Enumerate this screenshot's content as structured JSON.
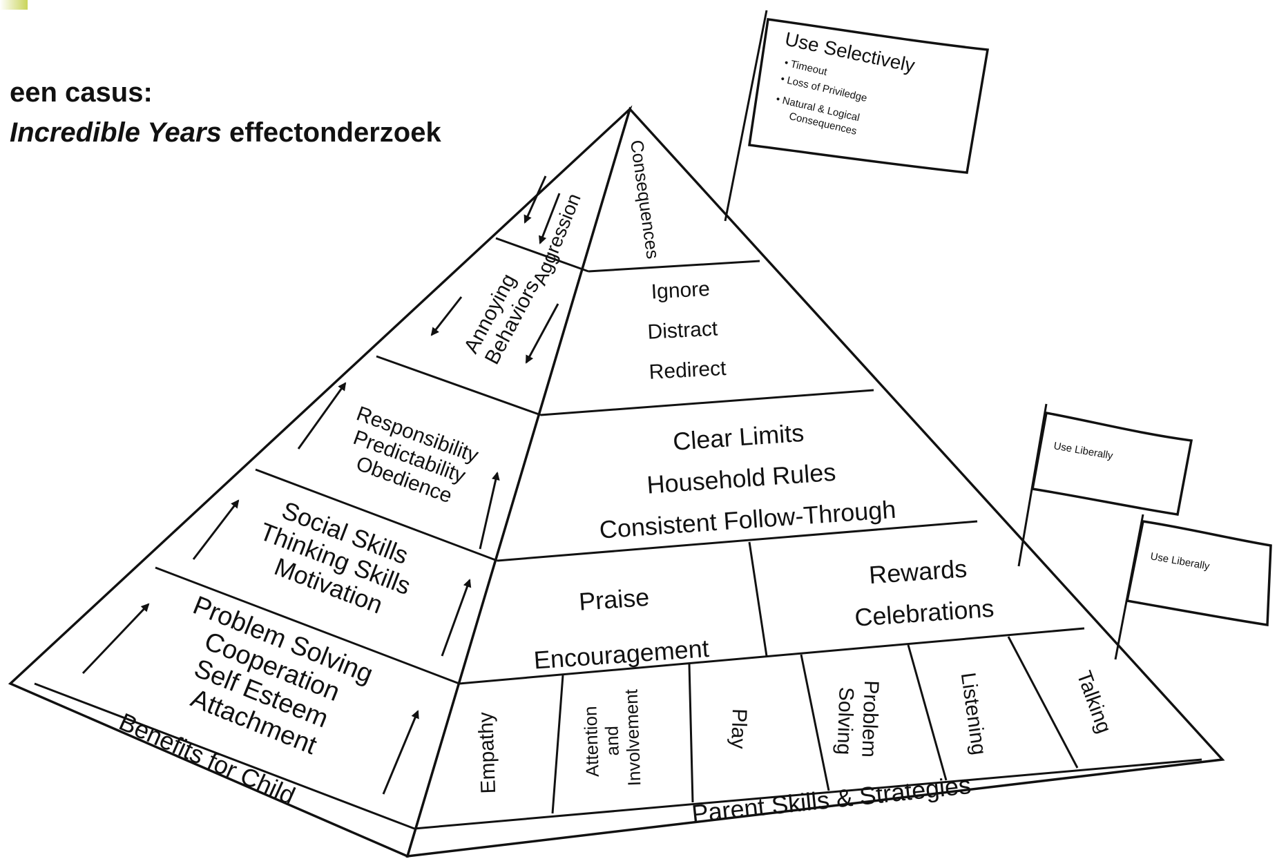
{
  "heading": {
    "line1": "een casus:",
    "line2_italic": "Incredible Years",
    "line2_rest": " effectonderzoek"
  },
  "colors": {
    "ink": "#111111",
    "background": "#ffffff",
    "accent_green": "#c9d45a"
  },
  "left_face": {
    "tiers": [
      {
        "lines": [
          "Aggression"
        ]
      },
      {
        "lines": [
          "Annoying",
          "Behaviors"
        ]
      },
      {
        "lines": [
          "Responsibility",
          "Predictability",
          "Obedience"
        ]
      },
      {
        "lines": [
          "Social Skills",
          "Thinking Skills",
          "Motivation"
        ]
      },
      {
        "lines": [
          "Problem Solving",
          "Cooperation",
          "Self Esteem",
          "Attachment"
        ]
      }
    ],
    "base_label": "Benefits for Child"
  },
  "right_face": {
    "tiers": [
      {
        "lines": [
          "Consequences"
        ]
      },
      {
        "lines": [
          "Ignore",
          "Distract",
          "Redirect"
        ]
      },
      {
        "lines": [
          "Clear Limits",
          "Household Rules",
          "Consistent Follow-Through"
        ]
      }
    ],
    "praise_cell": {
      "lines": [
        "Praise",
        "Encouragement"
      ]
    },
    "rewards_cell": {
      "lines": [
        "Rewards",
        "Celebrations"
      ]
    },
    "bottom_cells": [
      {
        "lines": [
          "Empathy"
        ]
      },
      {
        "lines": [
          "Attention",
          "and",
          "Involvement"
        ]
      },
      {
        "lines": [
          "Play"
        ]
      },
      {
        "lines": [
          "Problem",
          "Solving"
        ]
      },
      {
        "lines": [
          "Listening"
        ]
      },
      {
        "lines": [
          "Talking"
        ]
      }
    ],
    "base_label": "Parent Skills & Strategies"
  },
  "flags": {
    "top": {
      "title": "Use Selectively",
      "items": [
        "Timeout",
        "Loss of Priviledge",
        "Natural & Logical",
        "Consequences"
      ]
    },
    "middle": {
      "text": "Use Liberally"
    },
    "lower": {
      "text": "Use Liberally"
    }
  }
}
